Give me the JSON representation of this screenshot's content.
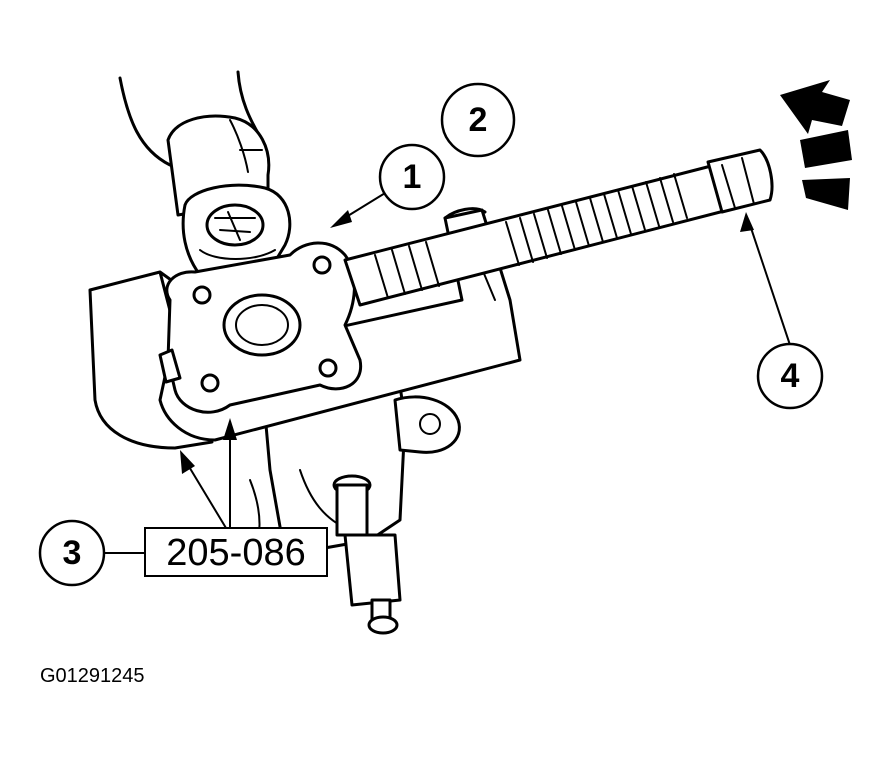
{
  "callouts": {
    "c1": "1",
    "c2": "2",
    "c3": "3",
    "c4": "4"
  },
  "tool_number": "205-086",
  "figure_id": "G01291245"
}
